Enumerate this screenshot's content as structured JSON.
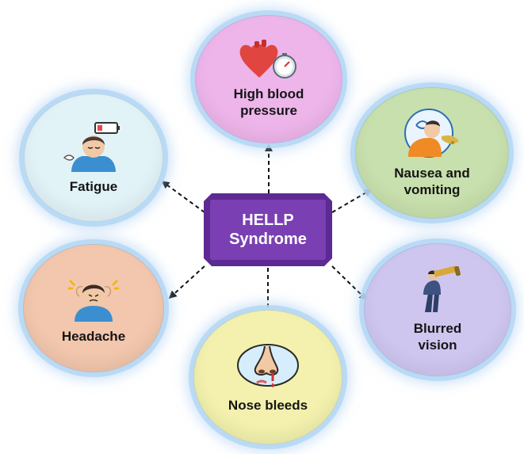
{
  "center": {
    "line1": "HELLP",
    "line2": "Syndrome",
    "color": "#7a3fb2"
  },
  "symptoms": {
    "high_blood_pressure": {
      "line1": "High blood",
      "line2": "pressure",
      "icon": "heart-gauge-icon",
      "color": "#eeb5ea"
    },
    "fatigue": {
      "line1": "Fatigue",
      "icon": "tired-person-icon",
      "color": "#e2f3f8"
    },
    "nausea": {
      "line1": "Nausea and",
      "line2": "vomiting",
      "icon": "vomiting-person-icon",
      "color": "#c8e0ad"
    },
    "headache": {
      "line1": "Headache",
      "icon": "headache-person-icon",
      "color": "#f2c7ad"
    },
    "blurred_vision": {
      "line1": "Blurred",
      "line2": "vision",
      "icon": "telescope-person-icon",
      "color": "#cfc6f0"
    },
    "nose_bleeds": {
      "line1": "Nose bleeds",
      "icon": "bleeding-nose-icon",
      "color": "#f3f1ad"
    }
  }
}
